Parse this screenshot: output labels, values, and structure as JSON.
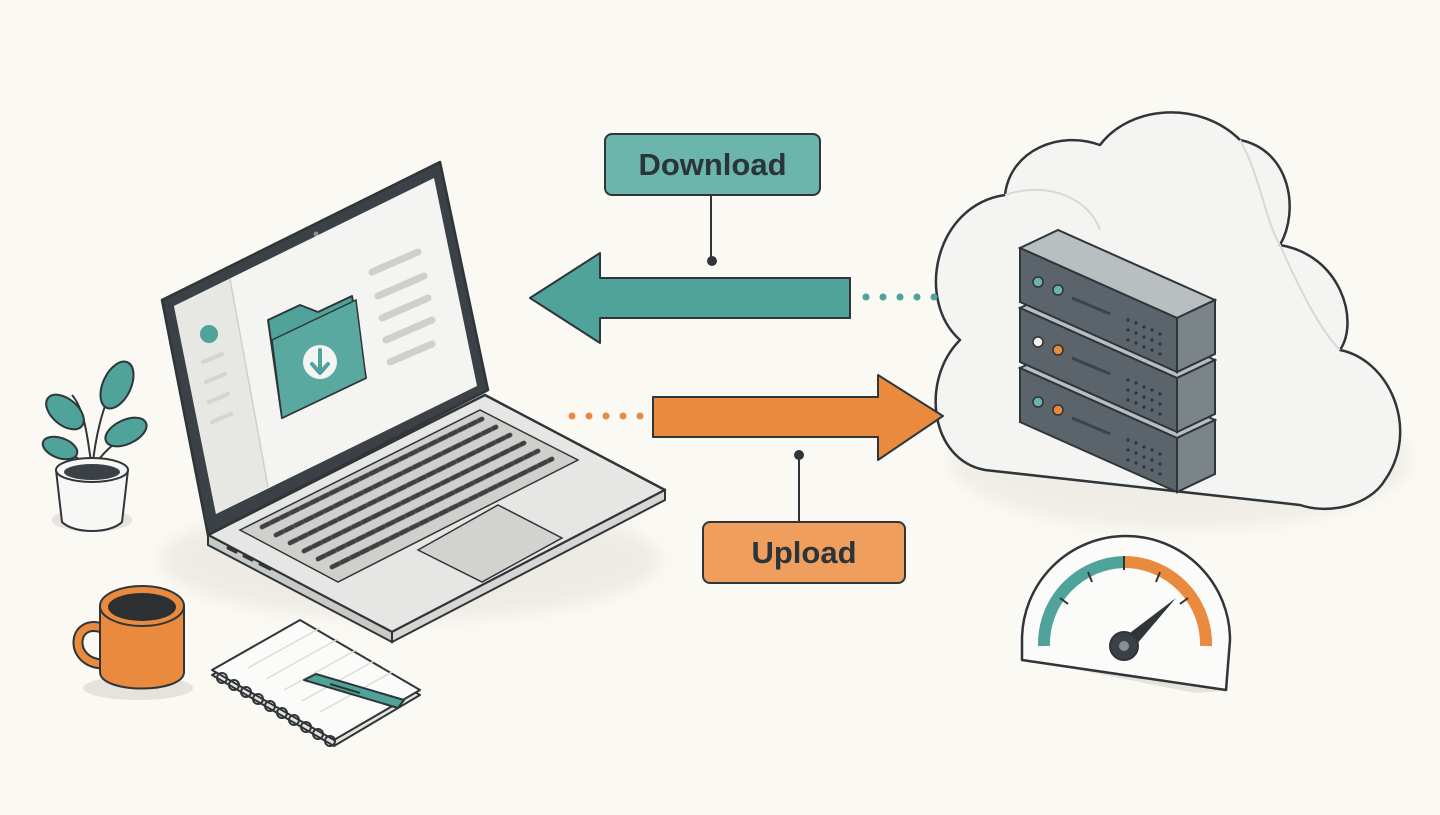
{
  "labels": {
    "download": "Download",
    "upload": "Upload"
  },
  "colors": {
    "background": "#fbf9f4",
    "teal": "#4fa39b",
    "teal_light": "#6cb5ad",
    "orange": "#e98a3e",
    "orange_light": "#ef9e5e",
    "outline": "#2f3539",
    "server_body": "#5d666c",
    "laptop_body": "#e6e6e4"
  },
  "icons": {
    "laptop": "laptop-icon",
    "folder": "folder-download-icon",
    "cloud": "cloud-icon",
    "server": "server-rack-icon",
    "gauge": "speed-gauge-icon",
    "plant": "potted-plant-icon",
    "mug": "coffee-mug-icon",
    "notebook": "spiral-notebook-icon",
    "pen": "pen-icon"
  },
  "arrows": {
    "download_direction": "cloud-to-laptop",
    "upload_direction": "laptop-to-cloud"
  }
}
